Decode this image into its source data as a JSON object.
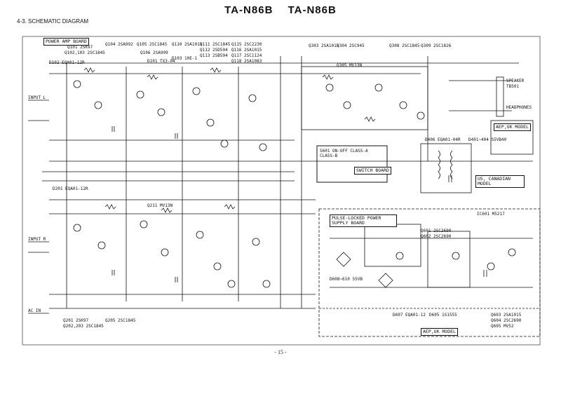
{
  "header": {
    "model_left": "TA-N86B",
    "model_right": "TA-N86B"
  },
  "section_title": "4-3.  SCHEMATIC DIAGRAM",
  "page_number": "- 15 -",
  "boards": {
    "power_amp": "POWER AMP BOARD",
    "switch": "SWITCH BOARD",
    "pll_psu": "PULSE-LOCKED POWER SUPPLY BOARD",
    "aep_uk_model": "AEP,UK MODEL",
    "us_canadian": "US, CANADIAN MODEL",
    "aep_uk_bottom": "AEP,UK MODEL"
  },
  "parts": {
    "q101": "Q101 2SK97",
    "q102": "Q102,103 2SC1845",
    "q104": "Q104 2SA992",
    "q105": "Q105 2SC1845",
    "q106": "Q106 2SA999",
    "q110": "Q110 2SA1015",
    "q111": "Q111 2SC1845",
    "q112": "Q112 2SD594",
    "q113": "Q113 2SB594",
    "q115": "Q115 2SC2230",
    "q116": "Q116 2SA1015",
    "q117": "Q117 2SC1124",
    "q118": "Q118 2SA1083",
    "q201": "Q201 2SK97",
    "q202": "Q202,203 2SC1845",
    "q205": "Q205 2SC1845",
    "q211": "Q211 MV13N",
    "q303": "Q303 2SA1015",
    "q304": "Q304 2SC945",
    "q305": "Q305 MV13N",
    "q308": "Q308 2SC1845",
    "q309": "Q309 2SC1826",
    "d101": "D101 TX3-04",
    "d102": "D102 EQA01-12R",
    "d103": "D103 10E-1",
    "d201": "D201 EQA01-12R",
    "d406": "D406 EQA01-04R",
    "d401": "D401~404 S5VB40",
    "d607": "D607 EQA01-12",
    "q601": "Q601 2SC2690",
    "q602": "Q602 2SC2690",
    "q603": "Q603 2SA1015",
    "q604": "Q604 2SC2690",
    "q605": "Q605 MV52",
    "ic601": "IC601 M5217",
    "d608": "D608~610 S5VB",
    "d605": "D605 1S1555",
    "speaker": "SPEAKER",
    "tb501": "TB501",
    "headphones": "HEADPHONES",
    "input_l": "INPUT L",
    "input_r": "INPUT R",
    "ac_in": "AC IN",
    "switch_note": "S601 ON-OFF CLASS-A CLASS-B"
  }
}
